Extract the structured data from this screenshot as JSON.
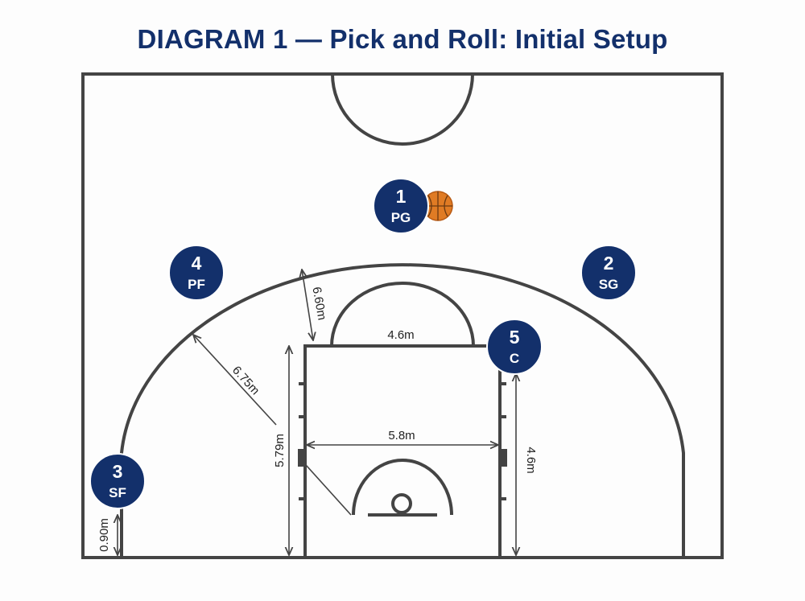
{
  "title": "DIAGRAM 1 — Pick and Roll: Initial Setup",
  "colors": {
    "player_fill": "#13306b",
    "player_border": "#ffffff",
    "court_lines": "#444444",
    "ball": "#e07b24",
    "title": "#13306b"
  },
  "icons": {
    "ball": "basketball-icon"
  },
  "players": [
    {
      "id": "pg",
      "number": "1",
      "position": "PG",
      "has_ball": true
    },
    {
      "id": "sg",
      "number": "2",
      "position": "SG",
      "has_ball": false
    },
    {
      "id": "sf",
      "number": "3",
      "position": "SF",
      "has_ball": false
    },
    {
      "id": "pf",
      "number": "4",
      "position": "PF",
      "has_ball": false
    },
    {
      "id": "c",
      "number": "5",
      "position": "C",
      "has_ball": false
    }
  ],
  "dimensions": {
    "arc_to_key": "6.60m",
    "key_top_width": "4.6m",
    "three_point_radius": "6.75m",
    "key_length": "5.79m",
    "lane_width": "5.8m",
    "lane_side": "4.6m",
    "corner_distance": "0.90m"
  }
}
